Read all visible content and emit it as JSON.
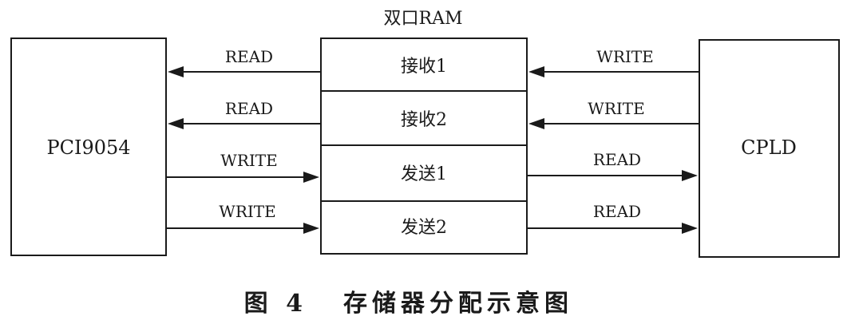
{
  "diagram": {
    "ram_title": "双口RAM",
    "left_box": {
      "label": "PCI9054"
    },
    "right_box": {
      "label": "CPLD"
    },
    "ram_cells": [
      "接收1",
      "接收2",
      "发送1",
      "发送2"
    ],
    "left_links": [
      {
        "label": "READ",
        "direction": "to-left-box"
      },
      {
        "label": "READ",
        "direction": "to-left-box"
      },
      {
        "label": "WRITE",
        "direction": "to-ram"
      },
      {
        "label": "WRITE",
        "direction": "to-ram"
      }
    ],
    "right_links": [
      {
        "label": "WRITE",
        "direction": "to-ram"
      },
      {
        "label": "WRITE",
        "direction": "to-ram"
      },
      {
        "label": "READ",
        "direction": "to-right-box"
      },
      {
        "label": "READ",
        "direction": "to-right-box"
      }
    ]
  },
  "caption": {
    "number": "图 4",
    "title": "存储器分配示意图"
  }
}
